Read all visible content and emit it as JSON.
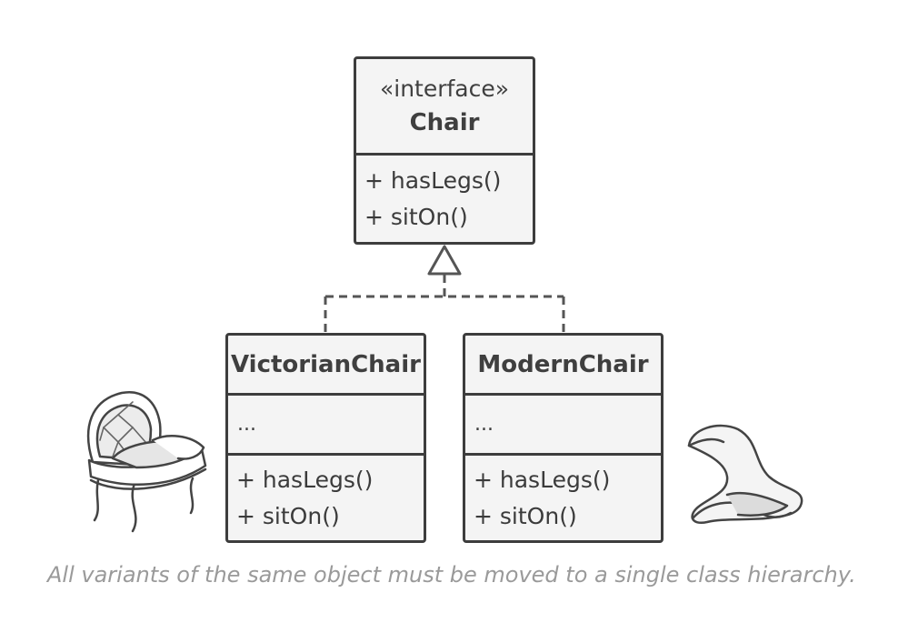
{
  "interface": {
    "stereotype": "«interface»",
    "name": "Chair",
    "methods": [
      "+ hasLegs()",
      "+ sitOn()"
    ]
  },
  "classes": [
    {
      "name": "VictorianChair",
      "fields": "...",
      "methods": [
        "+ hasLegs()",
        "+ sitOn()"
      ]
    },
    {
      "name": "ModernChair",
      "fields": "...",
      "methods": [
        "+ hasLegs()",
        "+ sitOn()"
      ]
    }
  ],
  "caption": "All variants of the same object must be moved to a single class hierarchy."
}
